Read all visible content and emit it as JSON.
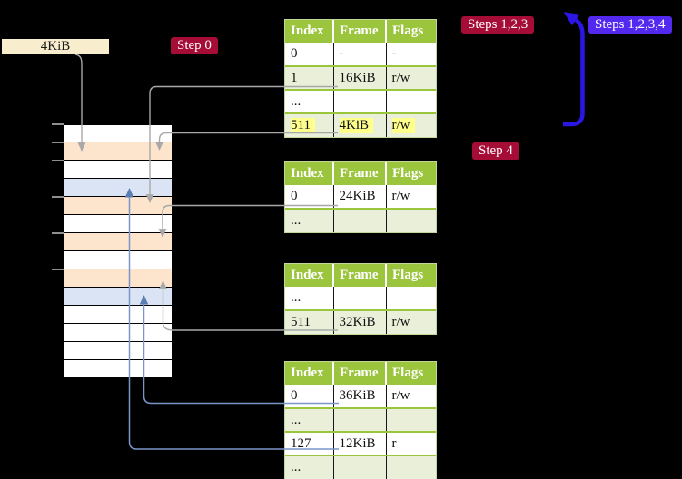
{
  "page_size_label": "4KiB",
  "badges": {
    "step0": "Step 0",
    "steps123": "Steps 1,2,3",
    "steps1234": "Steps 1,2,3,4",
    "step4": "Step 4"
  },
  "page_tables": [
    {
      "name": "level-4-page-table",
      "headers": [
        "Index",
        "Frame",
        "Flags"
      ],
      "rows": [
        {
          "index": "0",
          "frame": "-",
          "flags": "-"
        },
        {
          "index": "1",
          "frame": "16KiB",
          "flags": "r/w"
        },
        {
          "index": "...",
          "frame": "",
          "flags": ""
        },
        {
          "index": "511",
          "frame": "4KiB",
          "flags": "r/w"
        }
      ]
    },
    {
      "name": "level-3-page-table",
      "headers": [
        "Index",
        "Frame",
        "Flags"
      ],
      "rows": [
        {
          "index": "0",
          "frame": "24KiB",
          "flags": "r/w"
        },
        {
          "index": "...",
          "frame": "",
          "flags": ""
        }
      ]
    },
    {
      "name": "level-2-page-table",
      "headers": [
        "Index",
        "Frame",
        "Flags"
      ],
      "rows": [
        {
          "index": "...",
          "frame": "",
          "flags": ""
        },
        {
          "index": "511",
          "frame": "32KiB",
          "flags": "r/w"
        }
      ]
    },
    {
      "name": "level-1-page-table",
      "headers": [
        "Index",
        "Frame",
        "Flags"
      ],
      "rows": [
        {
          "index": "0",
          "frame": "36KiB",
          "flags": "r/w"
        },
        {
          "index": "...",
          "frame": "",
          "flags": ""
        },
        {
          "index": "127",
          "frame": "12KiB",
          "flags": "r"
        },
        {
          "index": "...",
          "frame": "",
          "flags": ""
        }
      ]
    }
  ],
  "memory_stack": {
    "cells": [
      "free",
      "table",
      "free",
      "page",
      "table",
      "free",
      "table",
      "free",
      "table",
      "page",
      "free",
      "free",
      "free",
      "free"
    ]
  },
  "colors": {
    "background": "#000000",
    "table_header_green": "#9AC53D",
    "table_row_green": "#E9EFD8",
    "frame_page_table_peach": "#FCE4CD",
    "frame_mapped_page_blue": "#DAE4F4",
    "label_cream": "#F8EECD",
    "highlight_yellow": "#FFFF8C",
    "badge_crimson": "#A50D36",
    "badge_violet": "#5329F0",
    "thick_arrow_blue": "#2B16E6",
    "connector_gray": "#A8A8A8",
    "connector_blue": "#7A96C9",
    "connector_blue_head": "#5B7DB1"
  }
}
